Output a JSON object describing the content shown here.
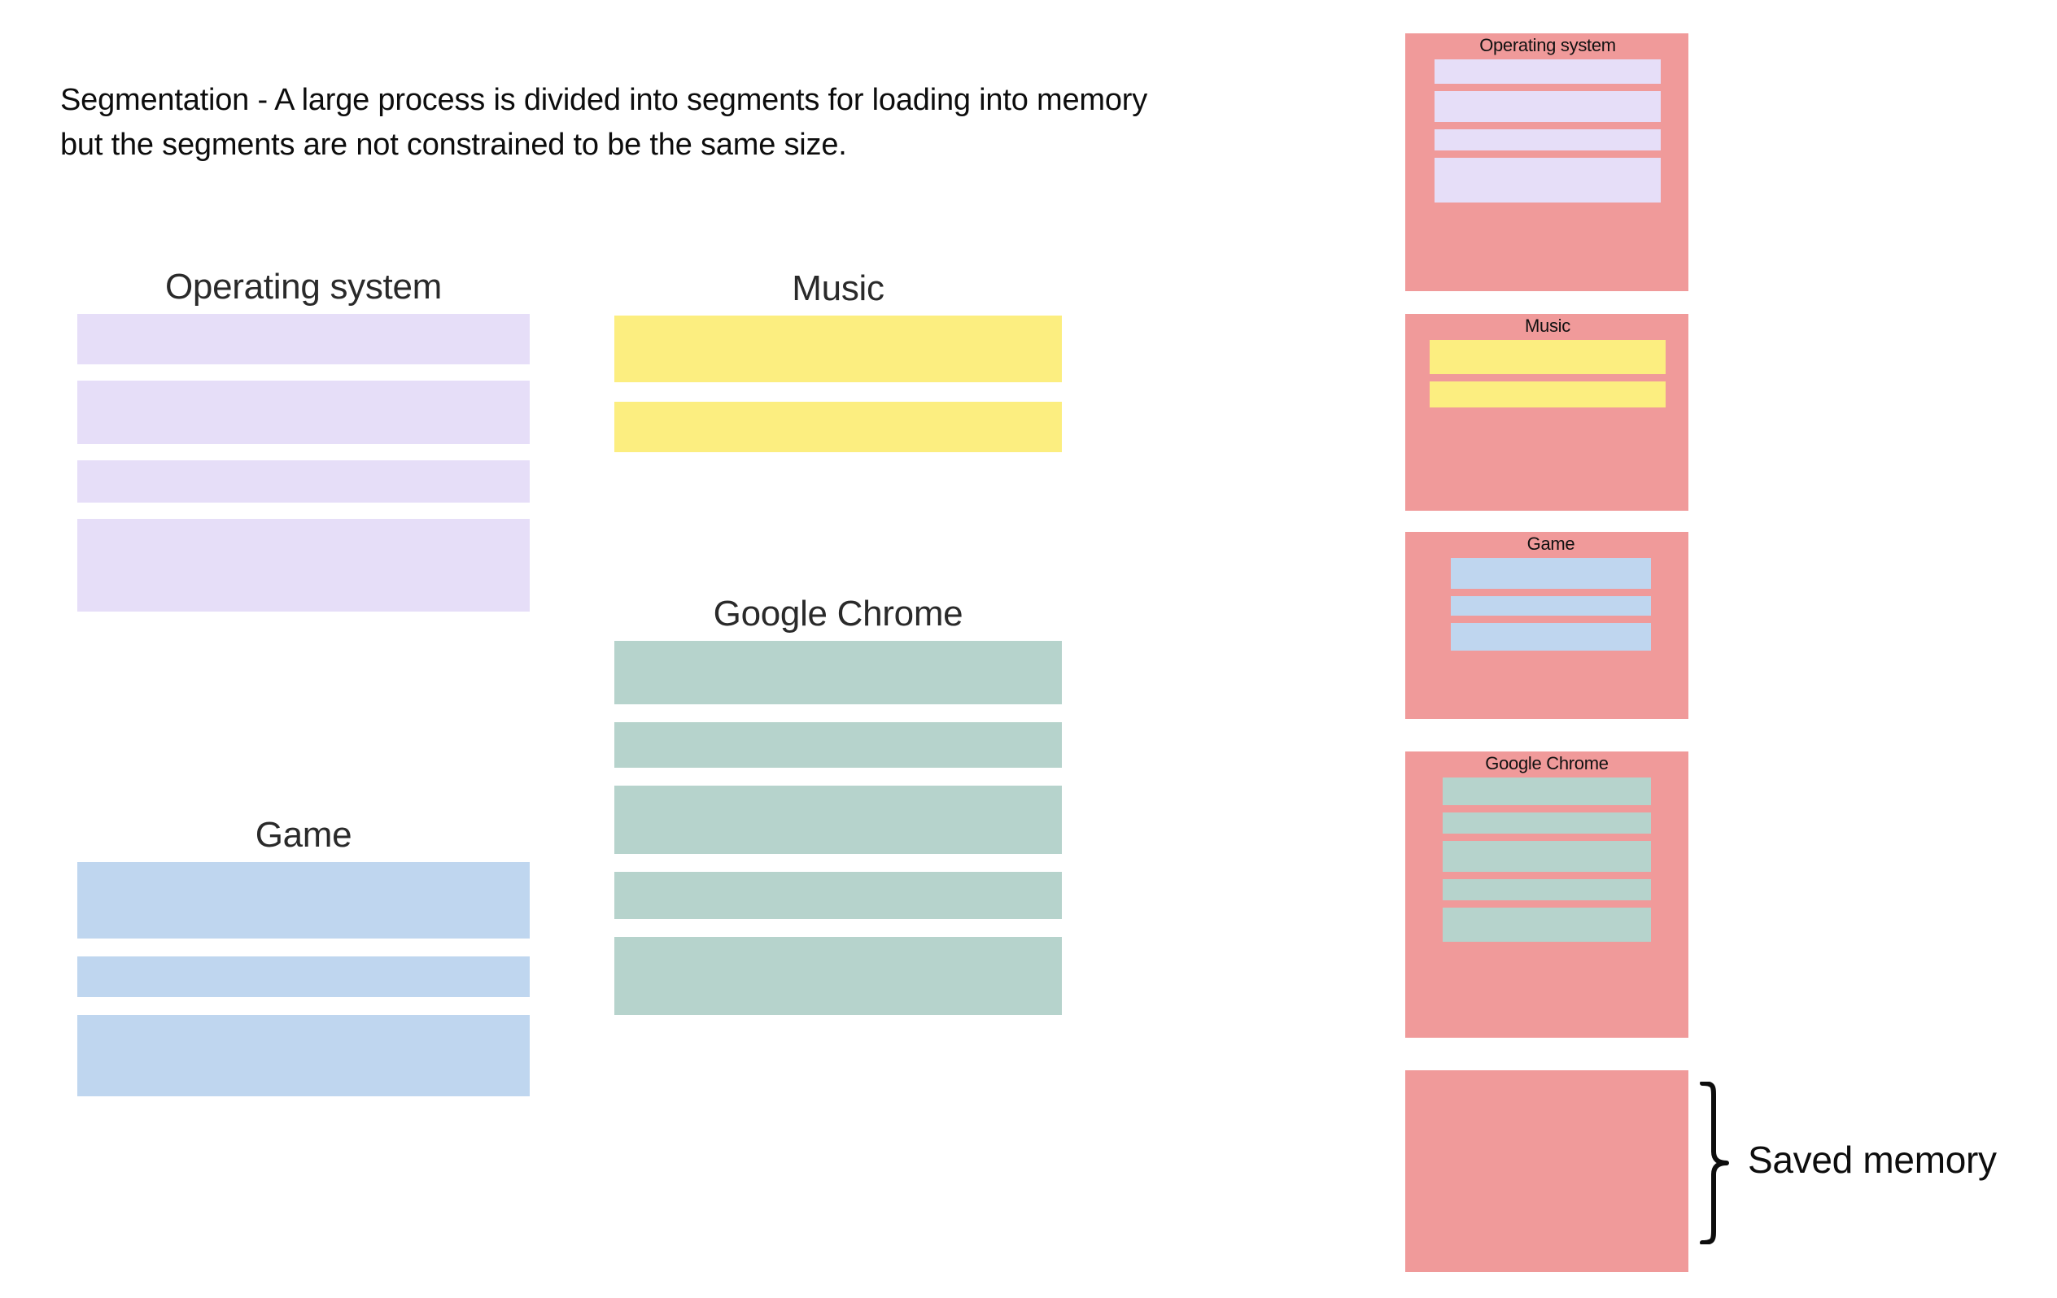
{
  "intro": {
    "text": "Segmentation - A large process is divided into segments for loading into memory but the segments are not constrained to be the same size."
  },
  "colors": {
    "background": "#ffffff",
    "memory_panel": "#F09A9A",
    "operating_system": "#E6DEF8",
    "music": "#FCEE80",
    "game": "#BFD6EF",
    "google_chrome": "#B6D3CC",
    "text": "#0d0d0d"
  },
  "processes": [
    {
      "id": "operating-system",
      "title": "Operating system",
      "color": "#E6DEF8",
      "segments": [
        {
          "height": 62
        },
        {
          "height": 78
        },
        {
          "height": 52
        },
        {
          "height": 114
        }
      ]
    },
    {
      "id": "game",
      "title": "Game",
      "color": "#BFD6EF",
      "segments": [
        {
          "height": 94
        },
        {
          "height": 50
        },
        {
          "height": 100
        }
      ]
    },
    {
      "id": "music",
      "title": "Music",
      "color": "#FCEE80",
      "segments": [
        {
          "height": 82
        },
        {
          "height": 62
        }
      ]
    },
    {
      "id": "google-chrome",
      "title": "Google Chrome",
      "color": "#B6D3CC",
      "segments": [
        {
          "height": 78
        },
        {
          "height": 56
        },
        {
          "height": 84
        },
        {
          "height": 58
        },
        {
          "height": 96
        }
      ]
    }
  ],
  "memory": {
    "panels": [
      {
        "id": "operating-system",
        "title": "Operating system",
        "color": "#E6DEF8",
        "segments": [
          {
            "height": 30
          },
          {
            "height": 38
          },
          {
            "height": 26
          },
          {
            "height": 55
          }
        ]
      },
      {
        "id": "music",
        "title": "Music",
        "color": "#FCEE80",
        "segments": [
          {
            "height": 42
          },
          {
            "height": 32
          }
        ]
      },
      {
        "id": "game",
        "title": "Game",
        "color": "#BFD6EF",
        "segments": [
          {
            "height": 38
          },
          {
            "height": 24
          },
          {
            "height": 34
          }
        ]
      },
      {
        "id": "google-chrome",
        "title": "Google Chrome",
        "color": "#B6D3CC",
        "segments": [
          {
            "height": 34
          },
          {
            "height": 26
          },
          {
            "height": 38
          },
          {
            "height": 26
          },
          {
            "height": 42
          }
        ]
      }
    ],
    "saved": {
      "label": "Saved memory",
      "color": "#F09A9A"
    }
  }
}
